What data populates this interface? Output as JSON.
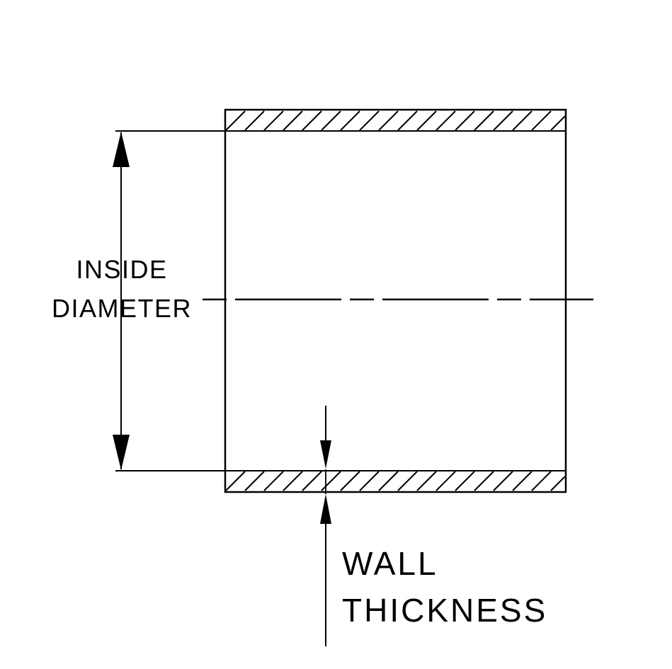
{
  "diagram": {
    "description": "Hose / tube cross-section dimension drawing",
    "labels": {
      "inside_line1": "INSIDE",
      "inside_line2": "DIAMETER",
      "wall_line1": "WALL",
      "wall_line2": "THICKNESS"
    },
    "colors": {
      "line": "#000000",
      "background": "#ffffff"
    }
  }
}
